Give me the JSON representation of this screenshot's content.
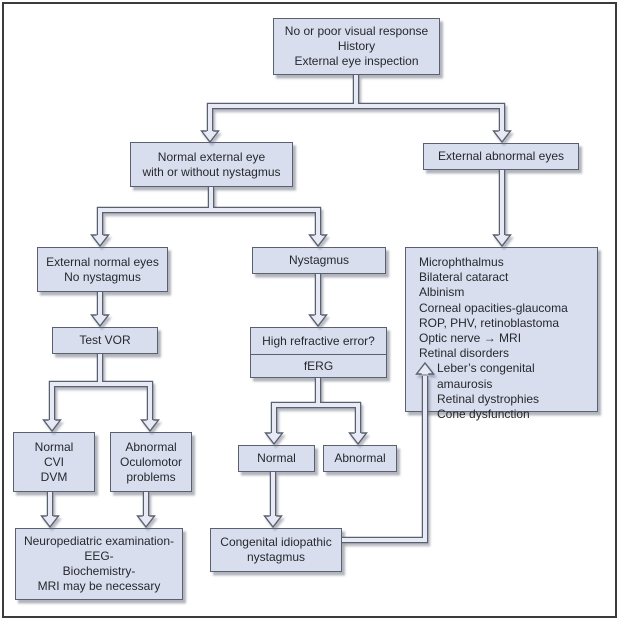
{
  "diagram": {
    "type": "flowchart",
    "colors": {
      "box_fill": "#d9deef",
      "box_border": "#5a6070",
      "connector_fill": "#e7eaf5",
      "connector_border": "#59606f",
      "text": "#26282c",
      "frame_border": "#3b3b3b",
      "background": "#ffffff"
    },
    "nodes": {
      "start": {
        "lines": [
          "No or poor visual response",
          "History",
          "External eye inspection"
        ]
      },
      "normal_external_eye": {
        "lines": [
          "Normal external eye",
          "with or without nystagmus"
        ]
      },
      "external_abnormal_eyes": {
        "lines": [
          "External abnormal eyes"
        ]
      },
      "external_normal_eyes": {
        "lines": [
          "External normal eyes",
          "No nystagmus"
        ]
      },
      "nystagmus": {
        "lines": [
          "Nystagmus"
        ]
      },
      "abnormal_findings": {
        "lines": [
          "Microphthalmus",
          "Bilateral cataract",
          "Albinism",
          "Corneal opacities-glaucoma",
          "ROP, PHV, retinoblastoma",
          "Optic nerve → MRI",
          "Retinal disorders",
          "Leber’s congenital amaurosis",
          "Retinal dystrophies",
          "Cone dysfunction"
        ]
      },
      "test_vor": {
        "lines": [
          "Test VOR"
        ]
      },
      "high_refractive_error": {
        "lines": [
          "High refractive error?"
        ]
      },
      "ferg": {
        "lines": [
          "fERG"
        ]
      },
      "normal_cvi_dvm": {
        "lines": [
          "Normal",
          "CVI",
          "DVM"
        ]
      },
      "abnormal_oculomotor": {
        "lines": [
          "Abnormal",
          "Oculomotor problems"
        ]
      },
      "ferg_normal": {
        "lines": [
          "Normal"
        ]
      },
      "ferg_abnormal": {
        "lines": [
          "Abnormal"
        ]
      },
      "neuropediatric": {
        "lines": [
          "Neuropediatric examination-",
          "EEG-",
          "Biochemistry-",
          "MRI may be necessary"
        ]
      },
      "congenital_idiopathic_nystagmus": {
        "lines": [
          "Congenital idiopathic",
          "nystagmus"
        ]
      }
    }
  }
}
